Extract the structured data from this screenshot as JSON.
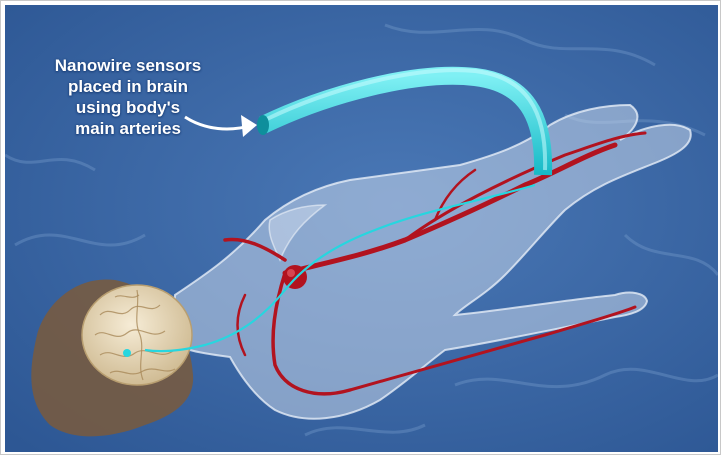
{
  "illustration": {
    "caption_lines": [
      "Nanowire sensors",
      "placed in brain",
      "using body's",
      "main arteries"
    ],
    "colors": {
      "background": "#3d6aa8",
      "background_dark": "#2c5592",
      "nanowire": "#27d6df",
      "artery": "#b2131f",
      "body_silhouette": "#c7d6ea",
      "brain": "#e8dcc4",
      "hair": "#7a5a3c",
      "caption_text": "#ffffff"
    },
    "icons": {
      "pointer": "curved-arrow-icon"
    }
  }
}
